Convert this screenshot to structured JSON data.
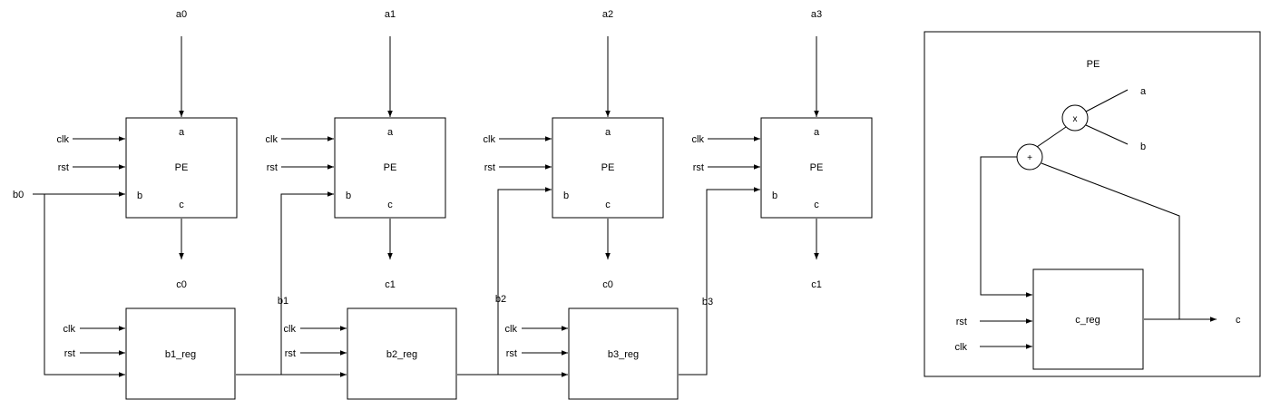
{
  "pe_units": [
    {
      "in_a": "a0",
      "out_c": "c0",
      "block": "PE",
      "port_a": "a",
      "port_b": "b",
      "port_c": "c",
      "clk": "clk",
      "rst": "rst"
    },
    {
      "in_a": "a1",
      "out_c": "c1",
      "block": "PE",
      "port_a": "a",
      "port_b": "b",
      "port_c": "c",
      "clk": "clk",
      "rst": "rst"
    },
    {
      "in_a": "a2",
      "out_c": "c0",
      "block": "PE",
      "port_a": "a",
      "port_b": "b",
      "port_c": "c",
      "clk": "clk",
      "rst": "rst"
    },
    {
      "in_a": "a3",
      "out_c": "c1",
      "block": "PE",
      "port_a": "a",
      "port_b": "b",
      "port_c": "c",
      "clk": "clk",
      "rst": "rst"
    }
  ],
  "b_input": "b0",
  "registers": [
    {
      "name": "b1_reg",
      "clk": "clk",
      "rst": "rst",
      "out": "b1"
    },
    {
      "name": "b2_reg",
      "clk": "clk",
      "rst": "rst",
      "out": "b2"
    },
    {
      "name": "b3_reg",
      "clk": "clk",
      "rst": "rst",
      "out": "b3"
    }
  ],
  "pe_detail": {
    "title": "PE",
    "multiplier": "x",
    "adder": "+",
    "in_a": "a",
    "in_b": "b",
    "register": "c_reg",
    "rst": "rst",
    "clk": "clk",
    "out": "c"
  }
}
